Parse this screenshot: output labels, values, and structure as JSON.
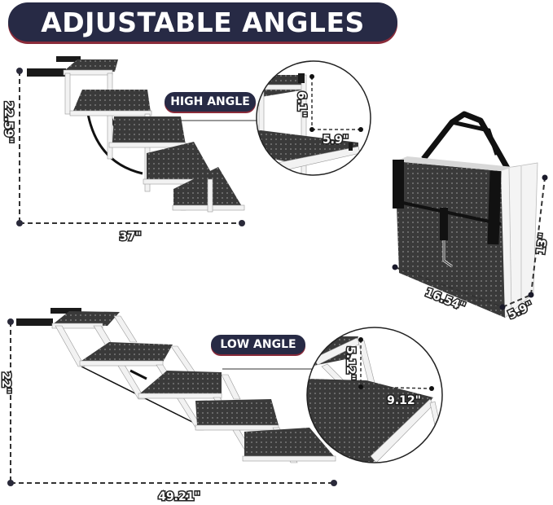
{
  "title": "ADJUSTABLE ANGLES",
  "colors": {
    "pill_bg": "#272a45",
    "pill_shadow": "#8a2b3a",
    "tread": "#3a3a3a",
    "frame": "#f2f2f2"
  },
  "high_angle": {
    "badge": "HIGH ANGLE",
    "height": "22.59\"",
    "length": "37\"",
    "detail": {
      "rise": "6.1\"",
      "run": "5.9\""
    }
  },
  "low_angle": {
    "badge": "LOW ANGLE",
    "height": "22\"",
    "length": "49.21\"",
    "detail": {
      "rise": "5.12\"",
      "run": "9.12\""
    }
  },
  "folded": {
    "width": "16.54\"",
    "depth": "5.9\"",
    "height": "13\""
  }
}
